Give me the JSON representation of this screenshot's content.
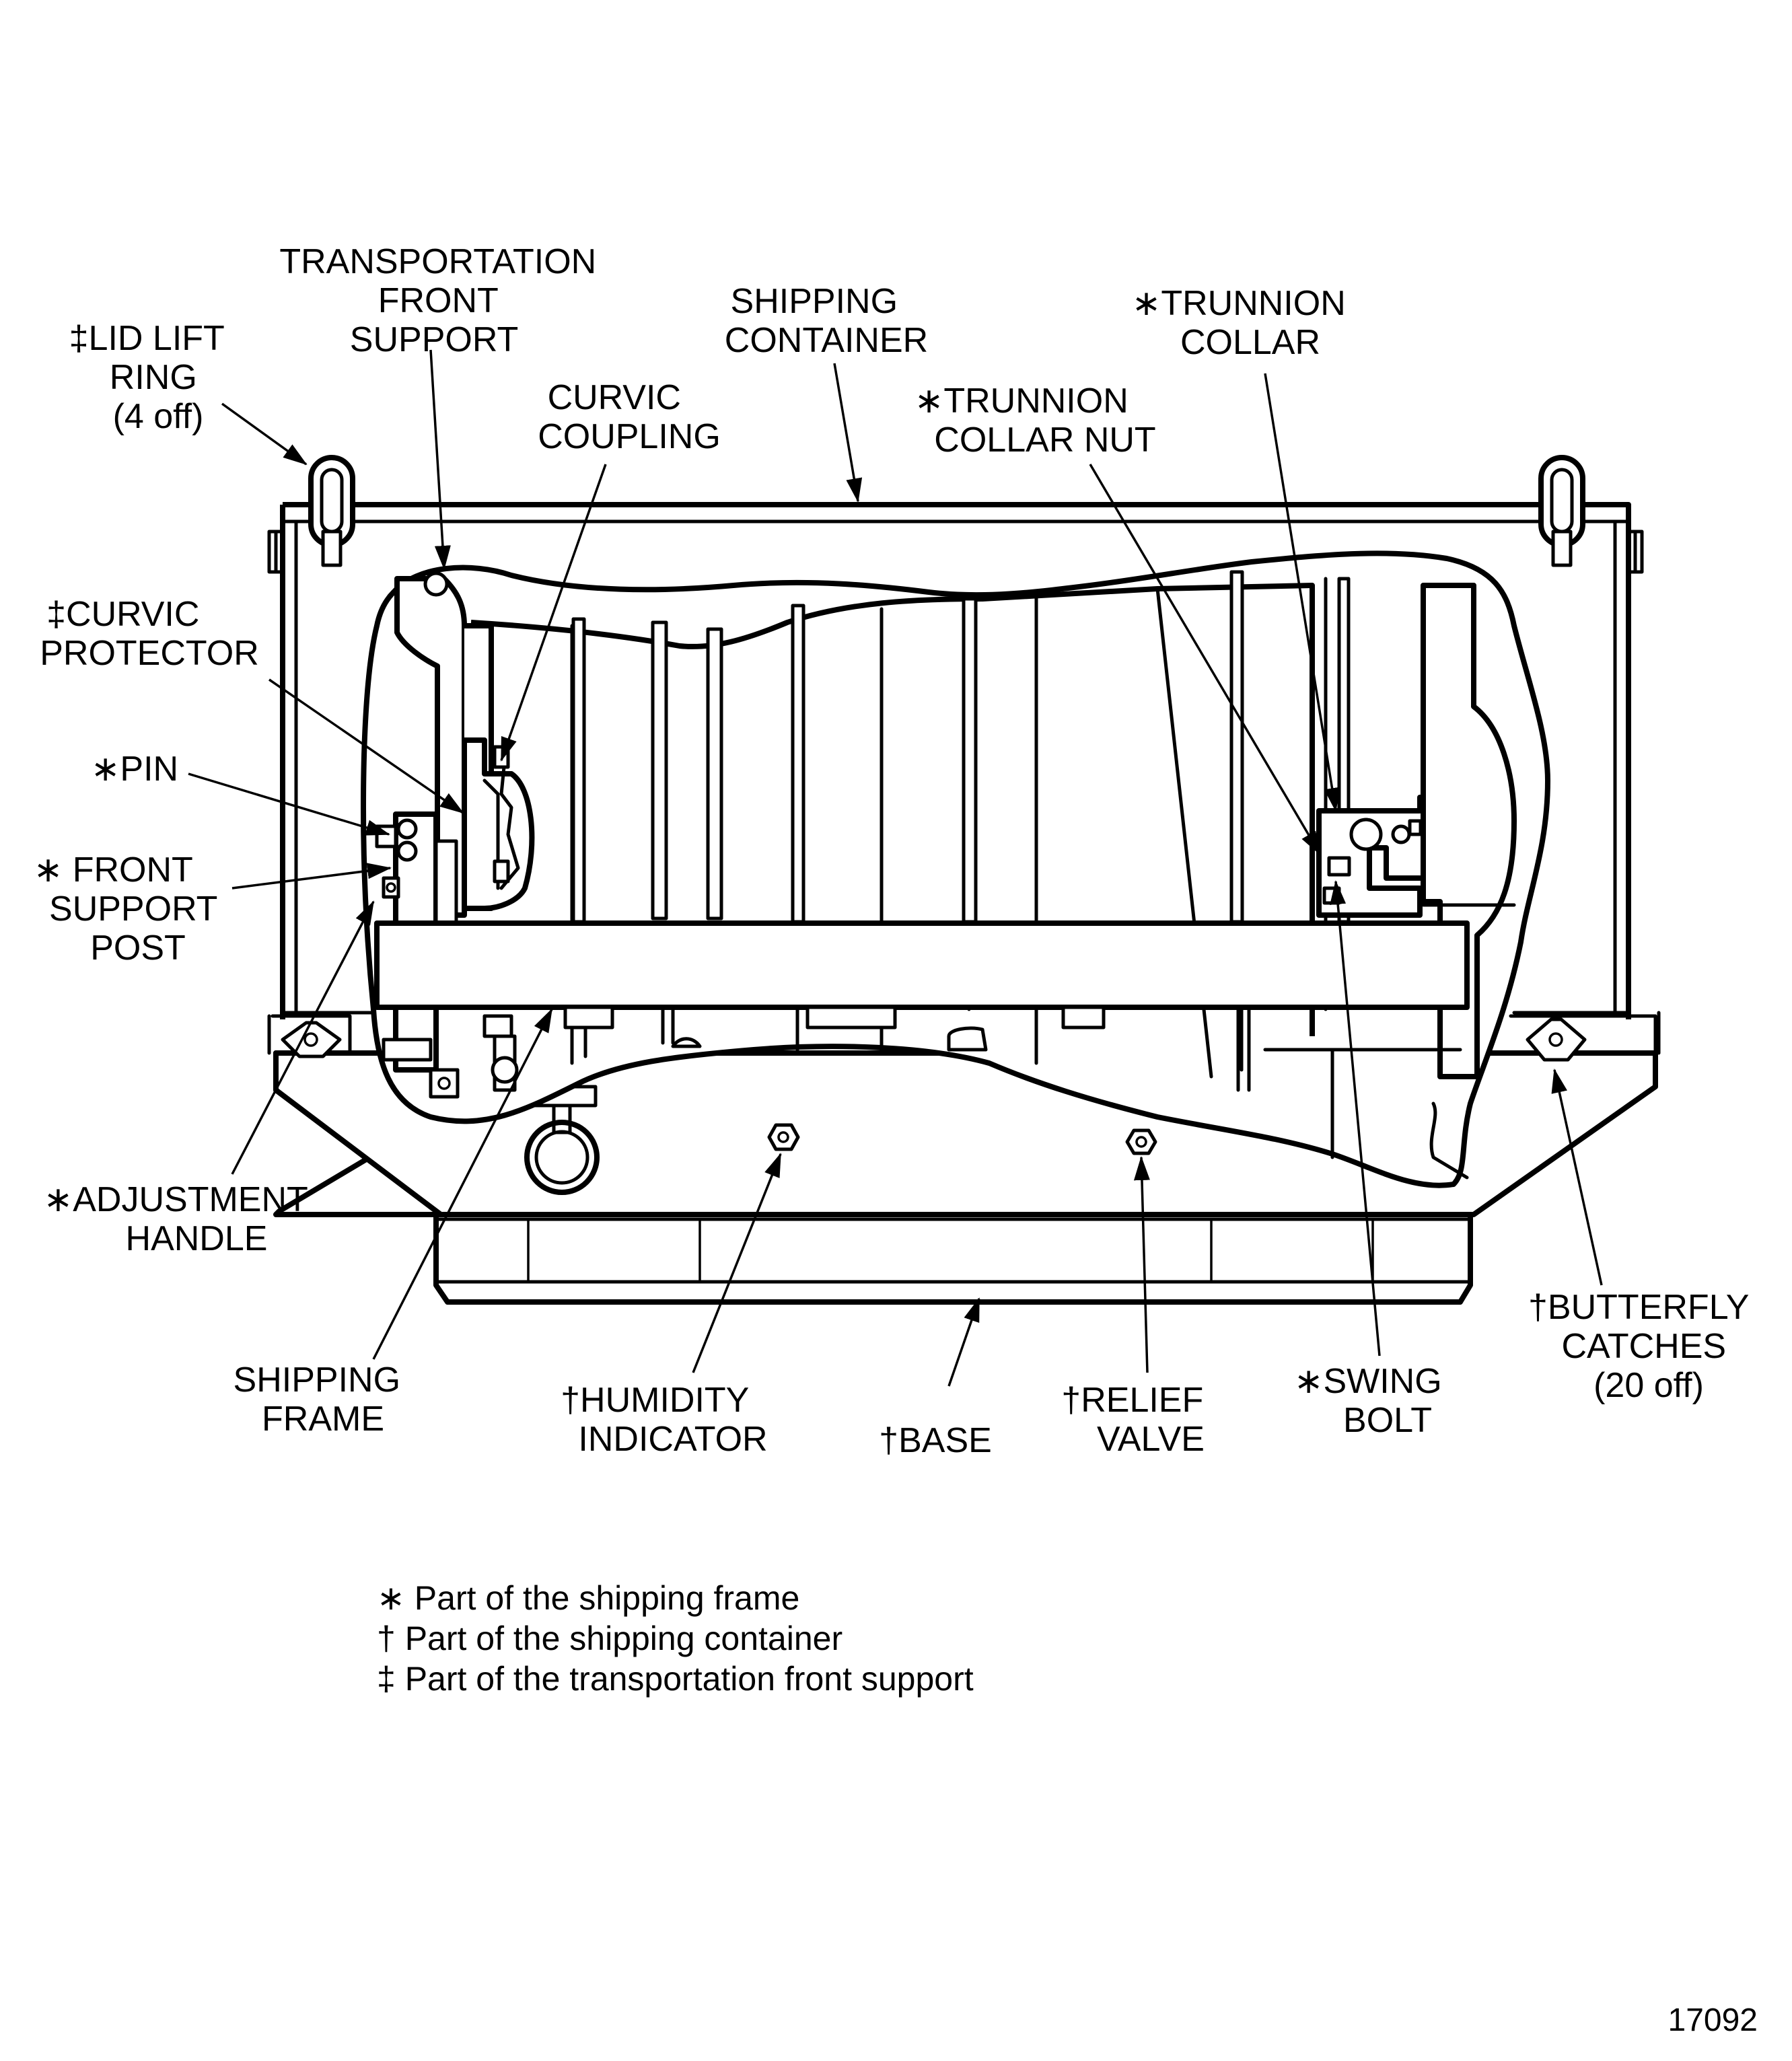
{
  "labels": {
    "transportation_front_support": [
      "TRANSPORTATION",
      "FRONT",
      "SUPPORT"
    ],
    "lid_lift_ring": [
      "‡LID LIFT",
      "RING",
      "(4 off)"
    ],
    "shipping_container": [
      "SHIPPING",
      "CONTAINER"
    ],
    "curvic_coupling": [
      "CURVIC",
      "COUPLING"
    ],
    "trunnion_collar": [
      "∗TRUNNION",
      "COLLAR"
    ],
    "trunnion_collar_nut": [
      "∗TRUNNION",
      "COLLAR NUT"
    ],
    "curvic_protector": [
      "‡CURVIC",
      "PROTECTOR"
    ],
    "pin": [
      "∗PIN"
    ],
    "front_support_post": [
      "∗  FRONT",
      "SUPPORT",
      "POST"
    ],
    "adjustment_handle": [
      "∗ADJUSTMENT",
      "HANDLE"
    ],
    "butterfly_catches": [
      "†BUTTERFLY",
      "CATCHES",
      "(20 off)"
    ],
    "shipping_frame": [
      "SHIPPING",
      "FRAME"
    ],
    "humidity_indicator": [
      "†HUMIDITY",
      "INDICATOR"
    ],
    "base": [
      "†BASE"
    ],
    "relief_valve": [
      "†RELIEF",
      "VALVE"
    ],
    "swing_bolt": [
      "∗SWING",
      "BOLT"
    ]
  },
  "legend": [
    "∗ Part of the shipping frame",
    "† Part of the shipping container",
    "‡ Part of the transportation front support"
  ],
  "figure_ref": "17092"
}
